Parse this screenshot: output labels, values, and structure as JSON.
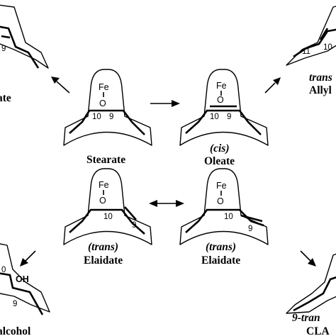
{
  "figure": {
    "metal_label": "Fe",
    "oxo_label": "O",
    "hydroxyl_label": "OH",
    "panels": {
      "top_left_cut": {
        "name": "ate",
        "c_high": "9"
      },
      "stearate": {
        "name": "Stearate",
        "c_left": "10",
        "c_right": "9"
      },
      "oleate": {
        "name_prefix": "(cis)",
        "name": "Oleate",
        "c_left": "10",
        "c_right": "9"
      },
      "top_right_cut": {
        "name_prefix": "trans",
        "name": "Allyl",
        "c_left": "11",
        "c_right": "10"
      },
      "elaidate_left": {
        "name_prefix": "(trans)",
        "name": "Elaidate",
        "c_left": "10",
        "c_right": "9"
      },
      "elaidate_right": {
        "name_prefix": "(trans)",
        "name": "Elaidate",
        "c_left": "10",
        "c_right": "9"
      },
      "bottom_left_cut": {
        "name": "alcohol",
        "c_top": "0",
        "c_bottom": "9"
      },
      "bottom_right_cut": {
        "name_prefix": "9-tran",
        "name": "CLA"
      }
    }
  }
}
